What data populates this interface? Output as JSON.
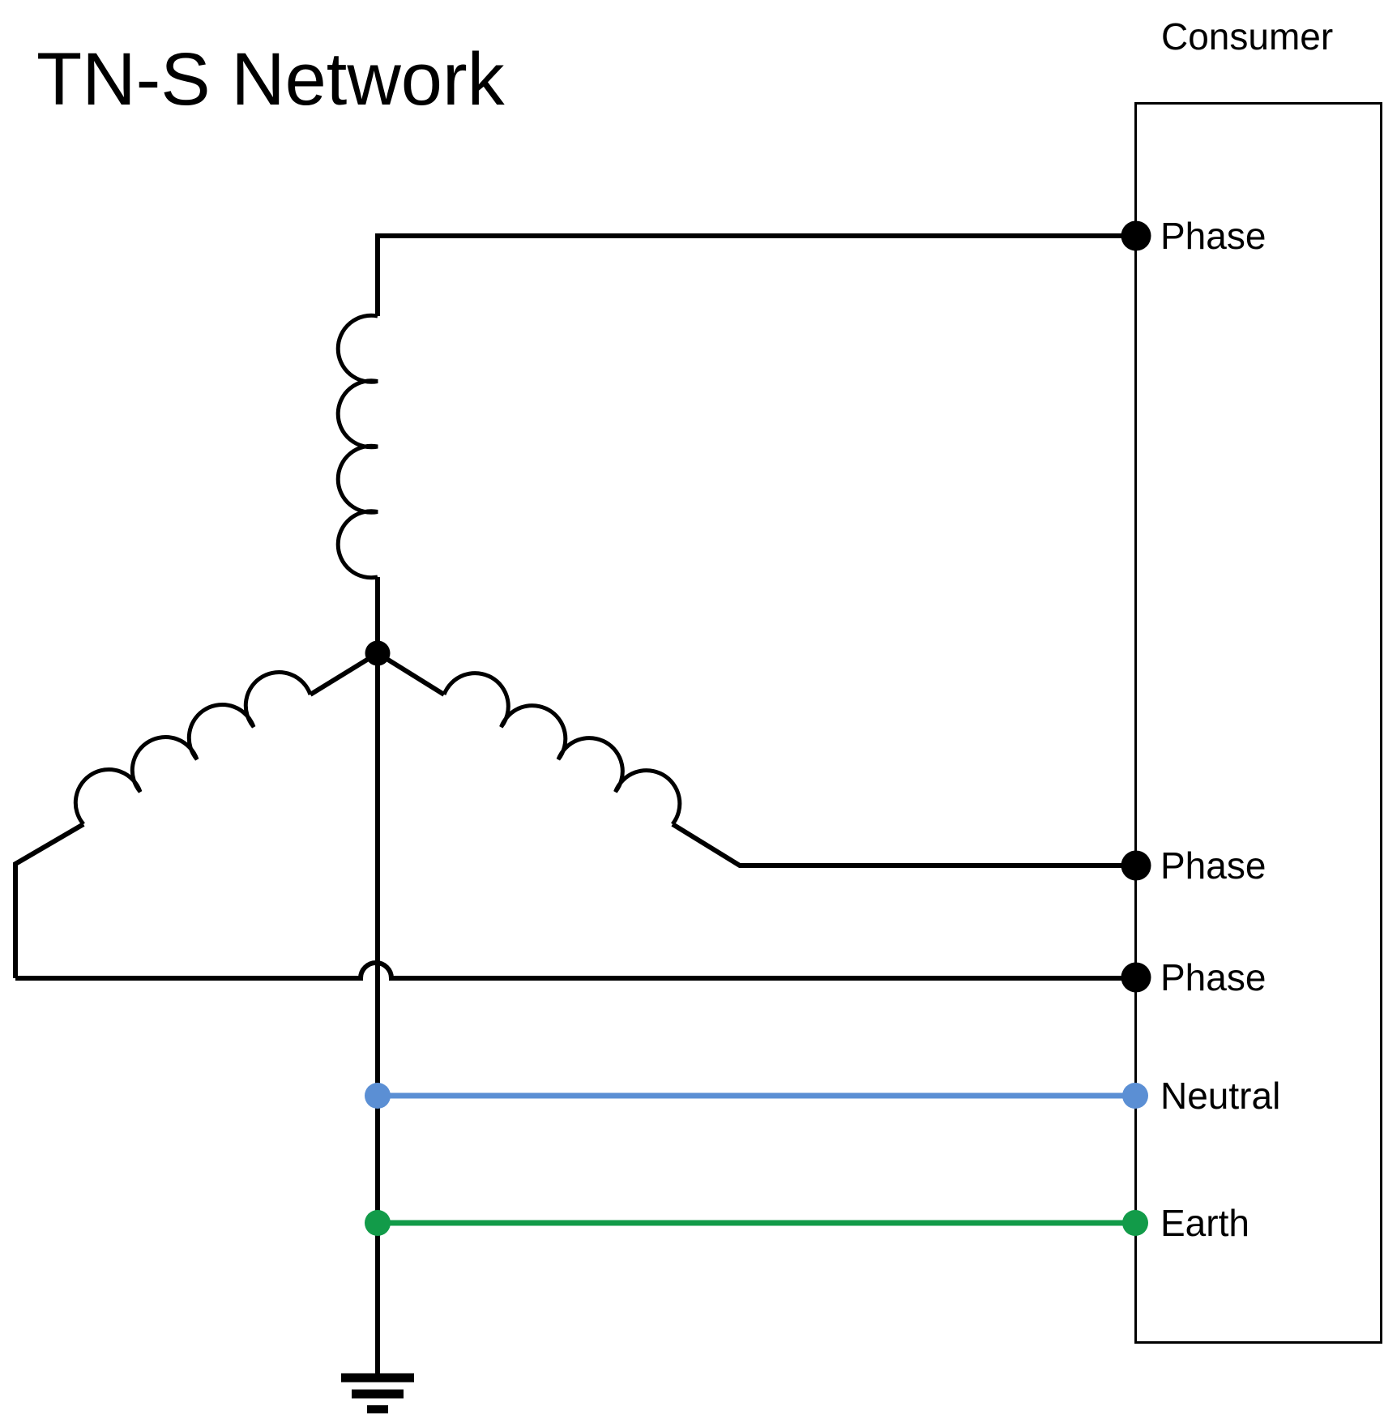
{
  "title": "TN-S Network",
  "consumer_box": {
    "label": "Consumer"
  },
  "terminals": [
    {
      "id": "phase-top",
      "label": "Phase"
    },
    {
      "id": "phase-middle",
      "label": "Phase"
    },
    {
      "id": "phase-bottom",
      "label": "Phase"
    },
    {
      "id": "neutral",
      "label": "Neutral"
    },
    {
      "id": "earth",
      "label": "Earth"
    }
  ],
  "colors": {
    "wire": "#000000",
    "neutral": "#5B8FD4",
    "earth": "#129B49",
    "text": "#000000",
    "background": "#FFFFFF"
  }
}
